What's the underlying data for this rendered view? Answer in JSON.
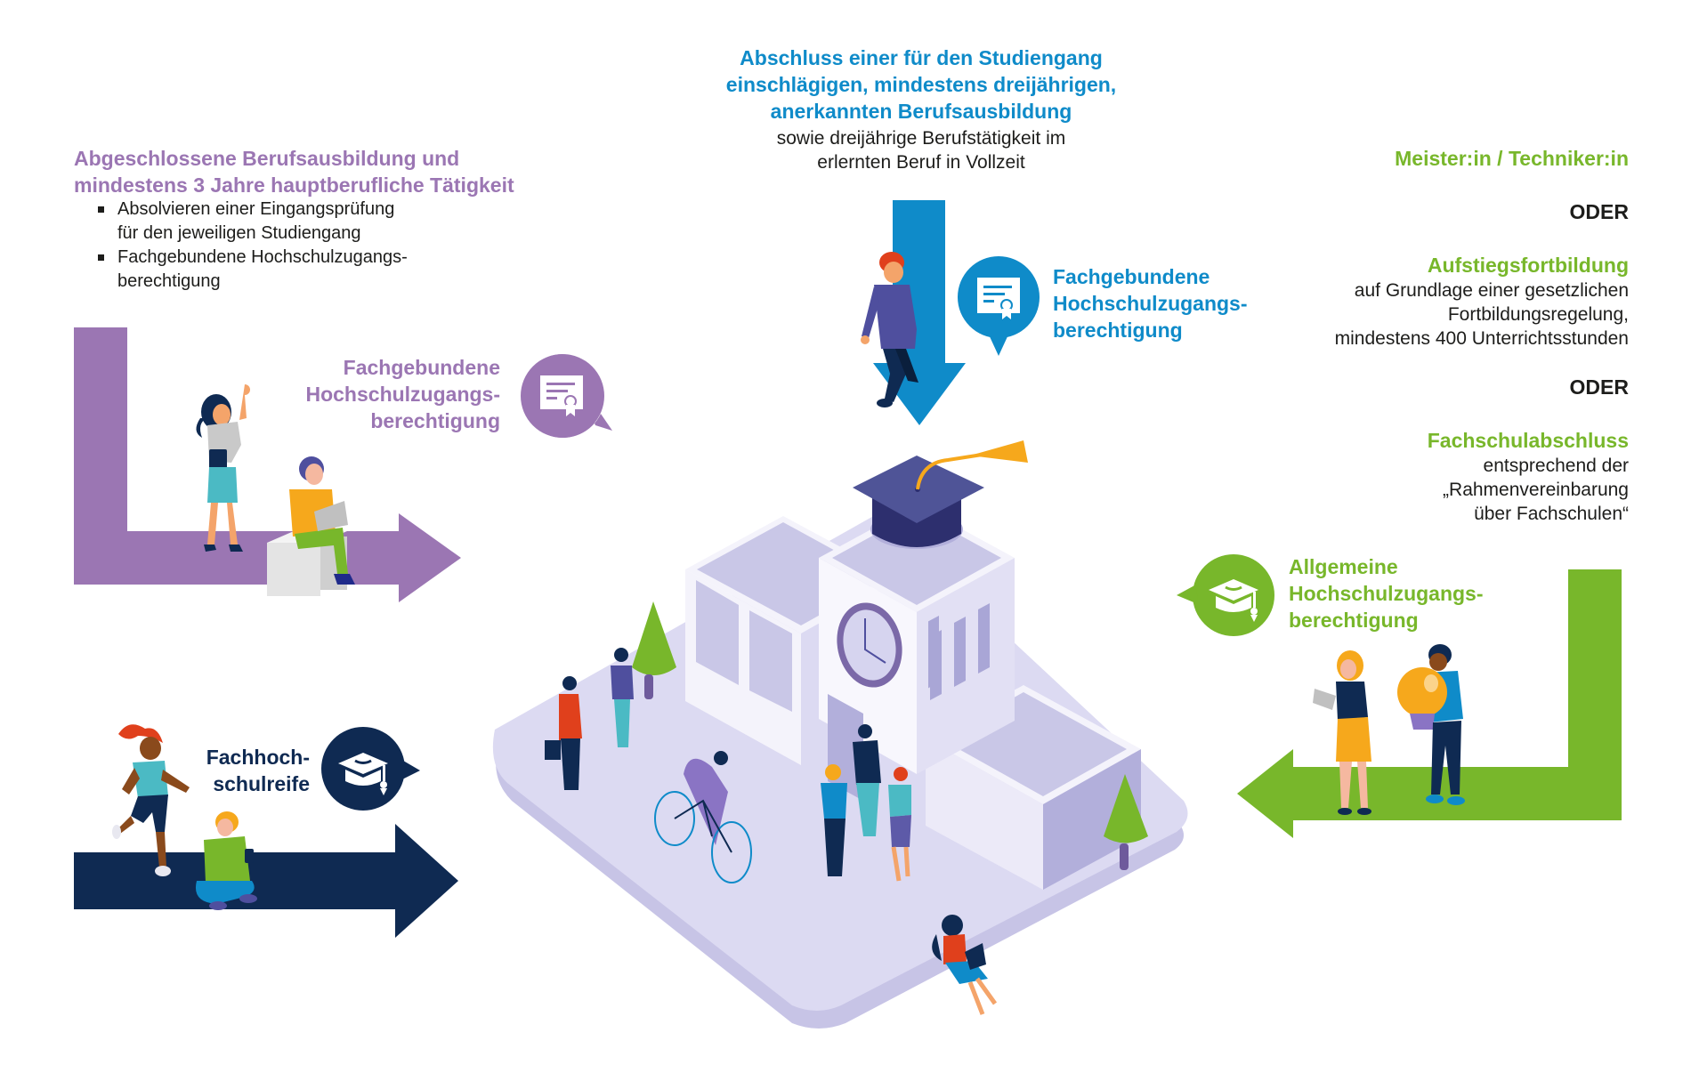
{
  "colors": {
    "purple": "#9b76b3",
    "blue": "#0f8bc9",
    "green": "#78b72b",
    "navy": "#0f2a52",
    "text": "#1d1d1b",
    "campus_base": "#dcdaf2",
    "building": "#f1f0fa"
  },
  "paths": {
    "purple": {
      "heading_line1": "Abgeschlossene Berufsausbildung und",
      "heading_line2": "mindestens 3 Jahre hauptberufliche Tätigkeit",
      "bullets": [
        {
          "line1": "Absolvieren einer Eingangsprüfung",
          "line2": "für den jeweiligen Studiengang"
        },
        {
          "line1": "Fachgebundene Hochschulzugangs-",
          "line2": "berechtigung"
        }
      ],
      "result_line1": "Fachgebundene",
      "result_line2": "Hochschulzugangs-",
      "result_line3": "berechtigung",
      "icon": "certificate-icon"
    },
    "blue": {
      "heading_line1": "Abschluss einer für den Studiengang",
      "heading_line2": "einschlägigen, mindestens dreijährigen,",
      "heading_line3": "anerkannten Berufsausbildung",
      "sub_line1": "sowie dreijährige Berufstätigkeit im",
      "sub_line2": "erlernten Beruf in Vollzeit",
      "result_line1": "Fachgebundene",
      "result_line2": "Hochschulzugangs-",
      "result_line3": "berechtigung",
      "icon": "certificate-icon"
    },
    "navy": {
      "result_line1": "Fachhoch-",
      "result_line2": "schulreife",
      "icon": "graduation-cap-icon"
    },
    "green": {
      "option1_title": "Meister:in / Techniker:in",
      "or1": "ODER",
      "option2_title": "Aufstiegsfortbildung",
      "option2_line1": "auf Grundlage einer gesetzlichen",
      "option2_line2": "Fortbildungsregelung,",
      "option2_line3": "mindestens 400 Unterrichtsstunden",
      "or2": "ODER",
      "option3_title": "Fachschulabschluss",
      "option3_line1": "entsprechend der",
      "option3_line2": "„Rahmenvereinbarung",
      "option3_line3": "über Fachschulen“",
      "result_line1": "Allgemeine",
      "result_line2": "Hochschulzugangs-",
      "result_line3": "berechtigung",
      "icon": "graduation-cap-icon"
    }
  }
}
